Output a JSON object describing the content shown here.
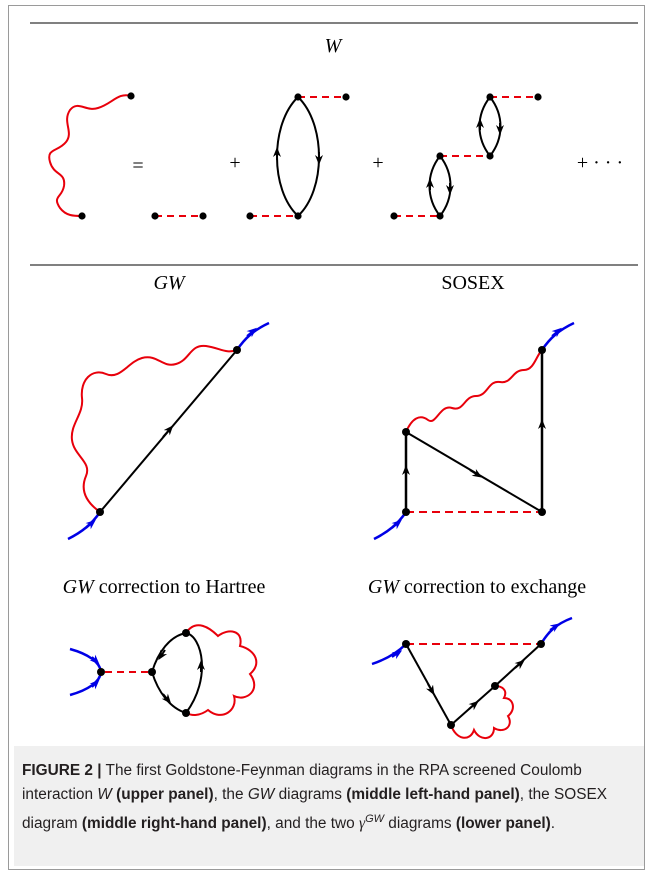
{
  "upper_panel": {
    "title": "W",
    "eq_sign": "=",
    "plus_1": "+",
    "plus_2": "+",
    "trailing": "+ · · ·"
  },
  "middle_panel": {
    "left_title": "GW",
    "right_title": "SOSEX"
  },
  "lower_panel": {
    "left_title_italic": "GW",
    "left_title_rest": " correction to Hartree",
    "right_title_italic": "GW",
    "right_title_rest": " correction to exchange"
  },
  "colors": {
    "interaction": "#e8000b",
    "external_leg": "#0000e6",
    "propagator": "#000000"
  },
  "caption": {
    "figure_label": "FIGURE 2 |",
    "t1": " The first Goldstone-Feynman diagrams in the RPA screened Coulomb interaction ",
    "W": "W",
    "b1": " (upper panel)",
    "t2": ", the ",
    "GW": "GW",
    "t3": " diagrams ",
    "b2": "(middle left-hand panel)",
    "t4": ", the SOSEX diagram ",
    "b3": "(middle right-hand panel)",
    "t5": ", and the two ",
    "gamma": "γ",
    "gamma_sup": "GW",
    "t6": " diagrams ",
    "b4": "(lower panel)",
    "t7": "."
  }
}
